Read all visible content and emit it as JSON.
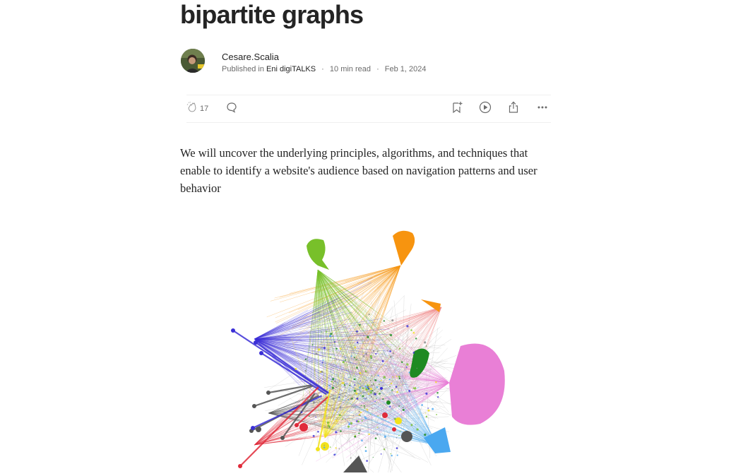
{
  "article": {
    "title": "bipartite graphs",
    "author": "Cesare.Scalia",
    "published_in_label": "Published in",
    "publication": "Eni digiTALKS",
    "read_time": "10 min read",
    "date": "Feb 1, 2024",
    "separator": "·",
    "lede": "We will uncover the underlying principles, algorithms, and techniques that enable to identify a website's audience based on navigation patterns and user behavior"
  },
  "actions": {
    "clap_count": "17",
    "icons": [
      "clap-icon",
      "comment-icon",
      "bookmark-add-icon",
      "play-icon",
      "share-icon",
      "more-icon"
    ]
  },
  "colors": {
    "text": "#242424",
    "muted": "#6b6b6b",
    "graph_orange": "#f7940f",
    "graph_pink": "#e97fd6",
    "graph_green": "#78c02a",
    "graph_darkgreen": "#1e8a22",
    "graph_blue": "#3b2fd6",
    "graph_salmon": "#ef8a8a",
    "graph_skyblue": "#4aa8f0",
    "graph_yellow": "#f2e21a",
    "graph_red": "#e02a3a",
    "graph_gray": "#555555"
  }
}
